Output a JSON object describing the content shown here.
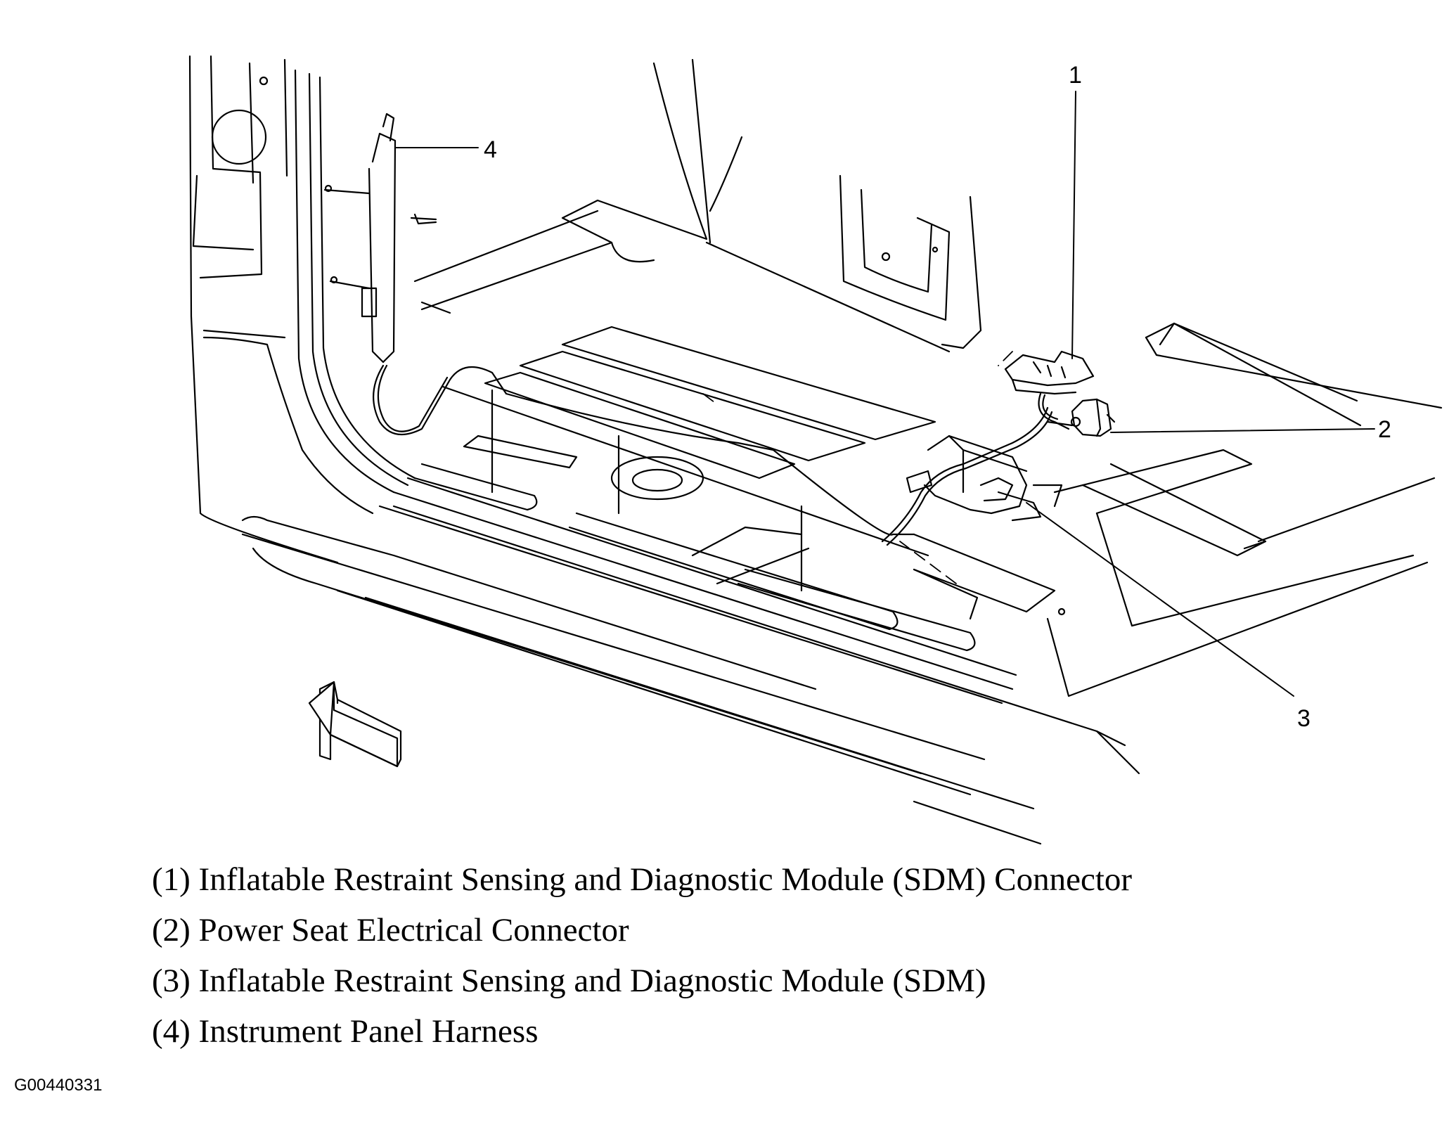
{
  "callouts": [
    {
      "number": "1"
    },
    {
      "number": "2"
    },
    {
      "number": "3"
    },
    {
      "number": "4"
    }
  ],
  "legend": [
    {
      "text": "(1) Inflatable Restraint Sensing and Diagnostic Module (SDM) Connector"
    },
    {
      "text": "(2) Power Seat Electrical Connector"
    },
    {
      "text": "(3) Inflatable Restraint Sensing and Diagnostic Module (SDM)"
    },
    {
      "text": "(4) Instrument Panel Harness"
    }
  ],
  "figure_id": "G00440331"
}
